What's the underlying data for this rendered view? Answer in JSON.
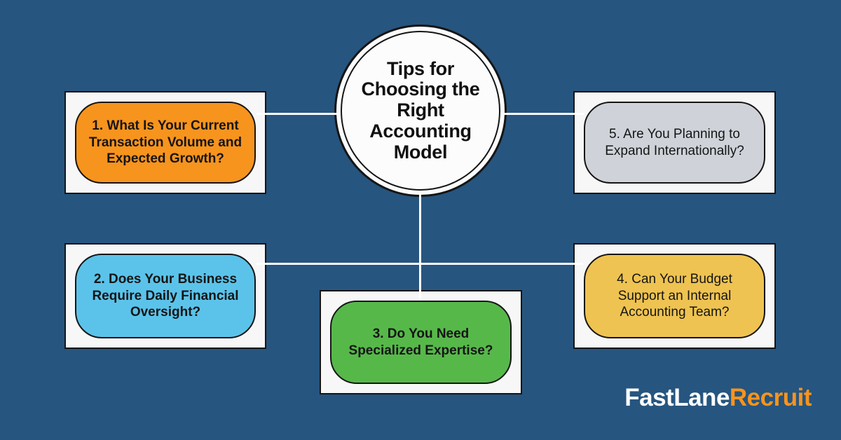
{
  "canvas": {
    "background_color": "#26557F",
    "frame_color": "#F7F7F8",
    "outline_color": "#151515",
    "connector_color": "#FFFFFF"
  },
  "center": {
    "title": "Tips for\nChoosing the\nRight\nAccounting\nModel"
  },
  "nodes": [
    {
      "id": 1,
      "label": "1. What Is Your Current\nTransaction Volume and\nExpected Growth?",
      "color": "#F7941E"
    },
    {
      "id": 2,
      "label": "2. Does Your Business\nRequire Daily Financial\nOversight?",
      "color": "#5BC3EA"
    },
    {
      "id": 3,
      "label": "3. Do You Need\nSpecialized Expertise?",
      "color": "#57B84A"
    },
    {
      "id": 4,
      "label": "4. Can Your Budget\nSupport an Internal\nAccounting Team?",
      "color": "#EFC351"
    },
    {
      "id": 5,
      "label": "5. Are You Planning to\nExpand Internationally?",
      "color": "#CFD3D9"
    }
  ],
  "logo": {
    "part1": "FastLane",
    "part2": "Recruit",
    "part1_color": "#FFFFFF",
    "part2_color": "#F7941D"
  }
}
